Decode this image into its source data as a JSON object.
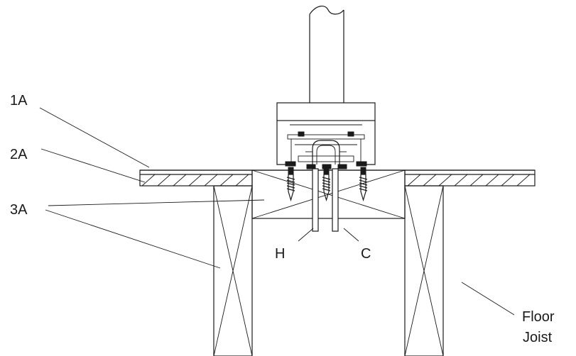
{
  "labels": {
    "part_1a": "1A",
    "part_2a": "2A",
    "part_3a": "3A",
    "hot": "H",
    "cold": "C",
    "floor_joist_line1": "Floor",
    "floor_joist_line2": "Joist"
  }
}
